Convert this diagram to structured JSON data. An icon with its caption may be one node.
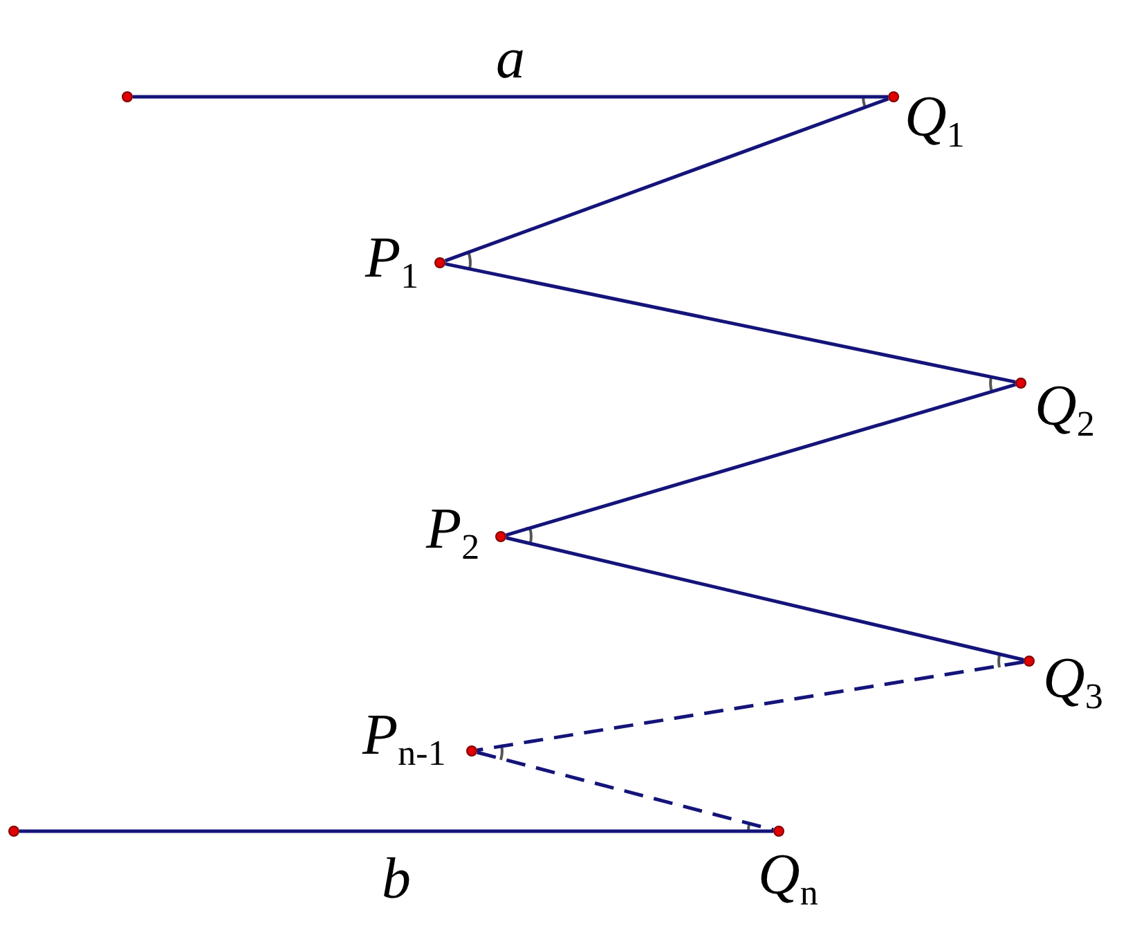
{
  "diagram": {
    "nodes": [
      {
        "text": [],
        "shape": "circle"
      },
      {
        "text": [],
        "shape": "circle",
        "beside": [
          "Q$_{1}$"
        ]
      },
      {
        "text": [],
        "shape": "circle",
        "beside": [
          "P$_{1}$"
        ]
      },
      {
        "text": [],
        "shape": "circle",
        "beside": [
          "Q$_{2}$"
        ]
      },
      {
        "text": [],
        "shape": "circle",
        "beside": [
          "P$_{2}$"
        ]
      },
      {
        "text": [],
        "shape": "circle",
        "beside": [
          "Q$_{3}$"
        ]
      },
      {
        "text": [],
        "shape": "circle",
        "beside": [
          "P$_{n-1}$"
        ]
      },
      {
        "text": [],
        "shape": "circle"
      },
      {
        "text": [],
        "shape": "circle",
        "beside": [
          "Q$_{n}$"
        ]
      }
    ],
    "edges": [
      {
        "from": 0,
        "to": 1,
        "arrow": "none",
        "label": "a"
      },
      {
        "from": 1,
        "to": 2,
        "arrow": "none"
      },
      {
        "from": 2,
        "to": 3,
        "arrow": "none"
      },
      {
        "from": 3,
        "to": 4,
        "arrow": "none"
      },
      {
        "from": 4,
        "to": 5,
        "arrow": "none"
      },
      {
        "from": 5,
        "to": 6,
        "arrow": "none",
        "style": "dashed"
      },
      {
        "from": 6,
        "to": 8,
        "arrow": "none",
        "style": "dashed"
      },
      {
        "from": 7,
        "to": 8,
        "arrow": "none",
        "label": "b"
      }
    ]
  }
}
